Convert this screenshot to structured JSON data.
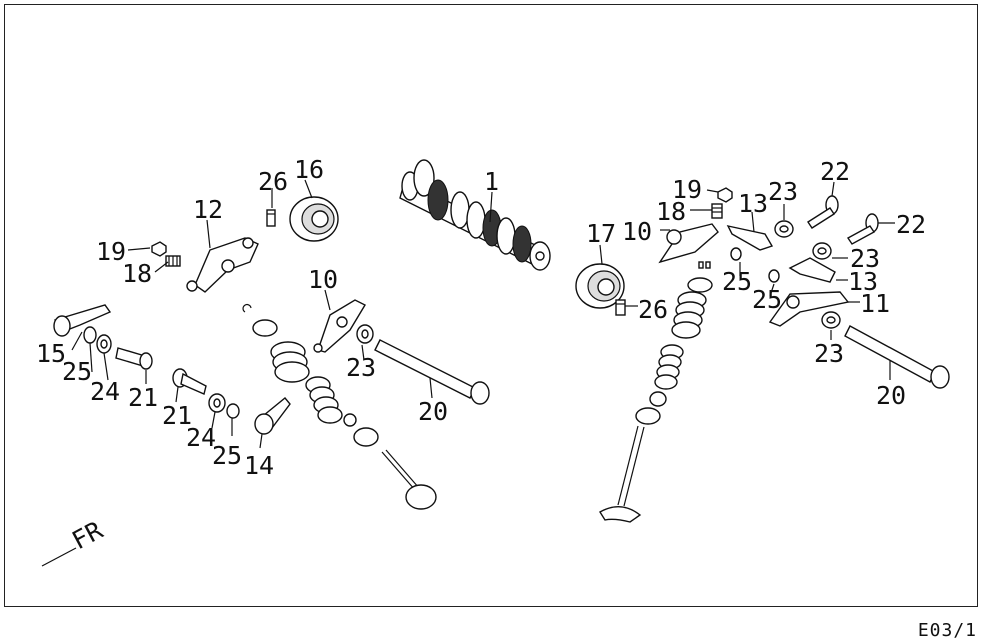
{
  "sheet_code": "E03/1",
  "direction_label": "FR",
  "callouts": [
    "1",
    "10",
    "10",
    "11",
    "12",
    "13",
    "13",
    "14",
    "15",
    "16",
    "17",
    "18",
    "18",
    "19",
    "19",
    "20",
    "20",
    "21",
    "21",
    "22",
    "22",
    "23",
    "23",
    "23",
    "23",
    "24",
    "24",
    "25",
    "25",
    "25",
    "25",
    "26",
    "26"
  ],
  "colors": {
    "ink": "#111111",
    "background": "#ffffff"
  }
}
